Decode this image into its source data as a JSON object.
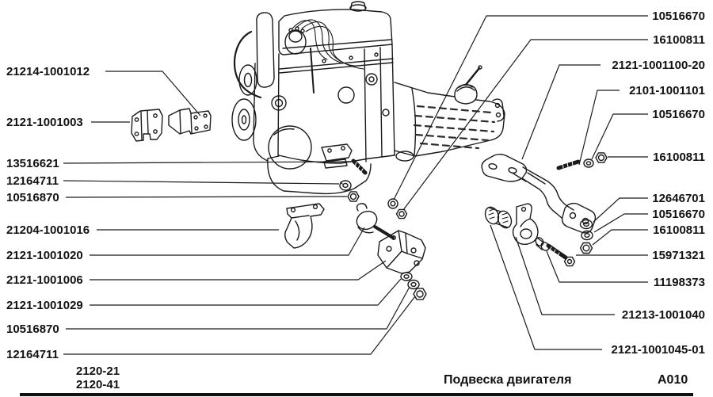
{
  "diagram": {
    "footer": {
      "models": [
        "2120-21",
        "2120-41"
      ],
      "title": "Подвеска двигателя",
      "page_code": "A010"
    },
    "part_labels": {
      "left": [
        "21214-1001012",
        "2121-1001003",
        "13516621",
        "12164711",
        "10516870",
        "21204-1001016",
        "2121-1001020",
        "2121-1001006",
        "2121-1001029",
        "10516870",
        "12164711"
      ],
      "right": [
        "10516670",
        "16100811",
        "2121-1001100-20",
        "2101-1001101",
        "10516670",
        "16100811",
        "12646701",
        "10516670",
        "16100811",
        "15971321",
        "11198373",
        "21213-1001040",
        "2121-1001045-01"
      ]
    },
    "colors": {
      "line": "#1b1b1b",
      "background": "#ffffff"
    }
  }
}
